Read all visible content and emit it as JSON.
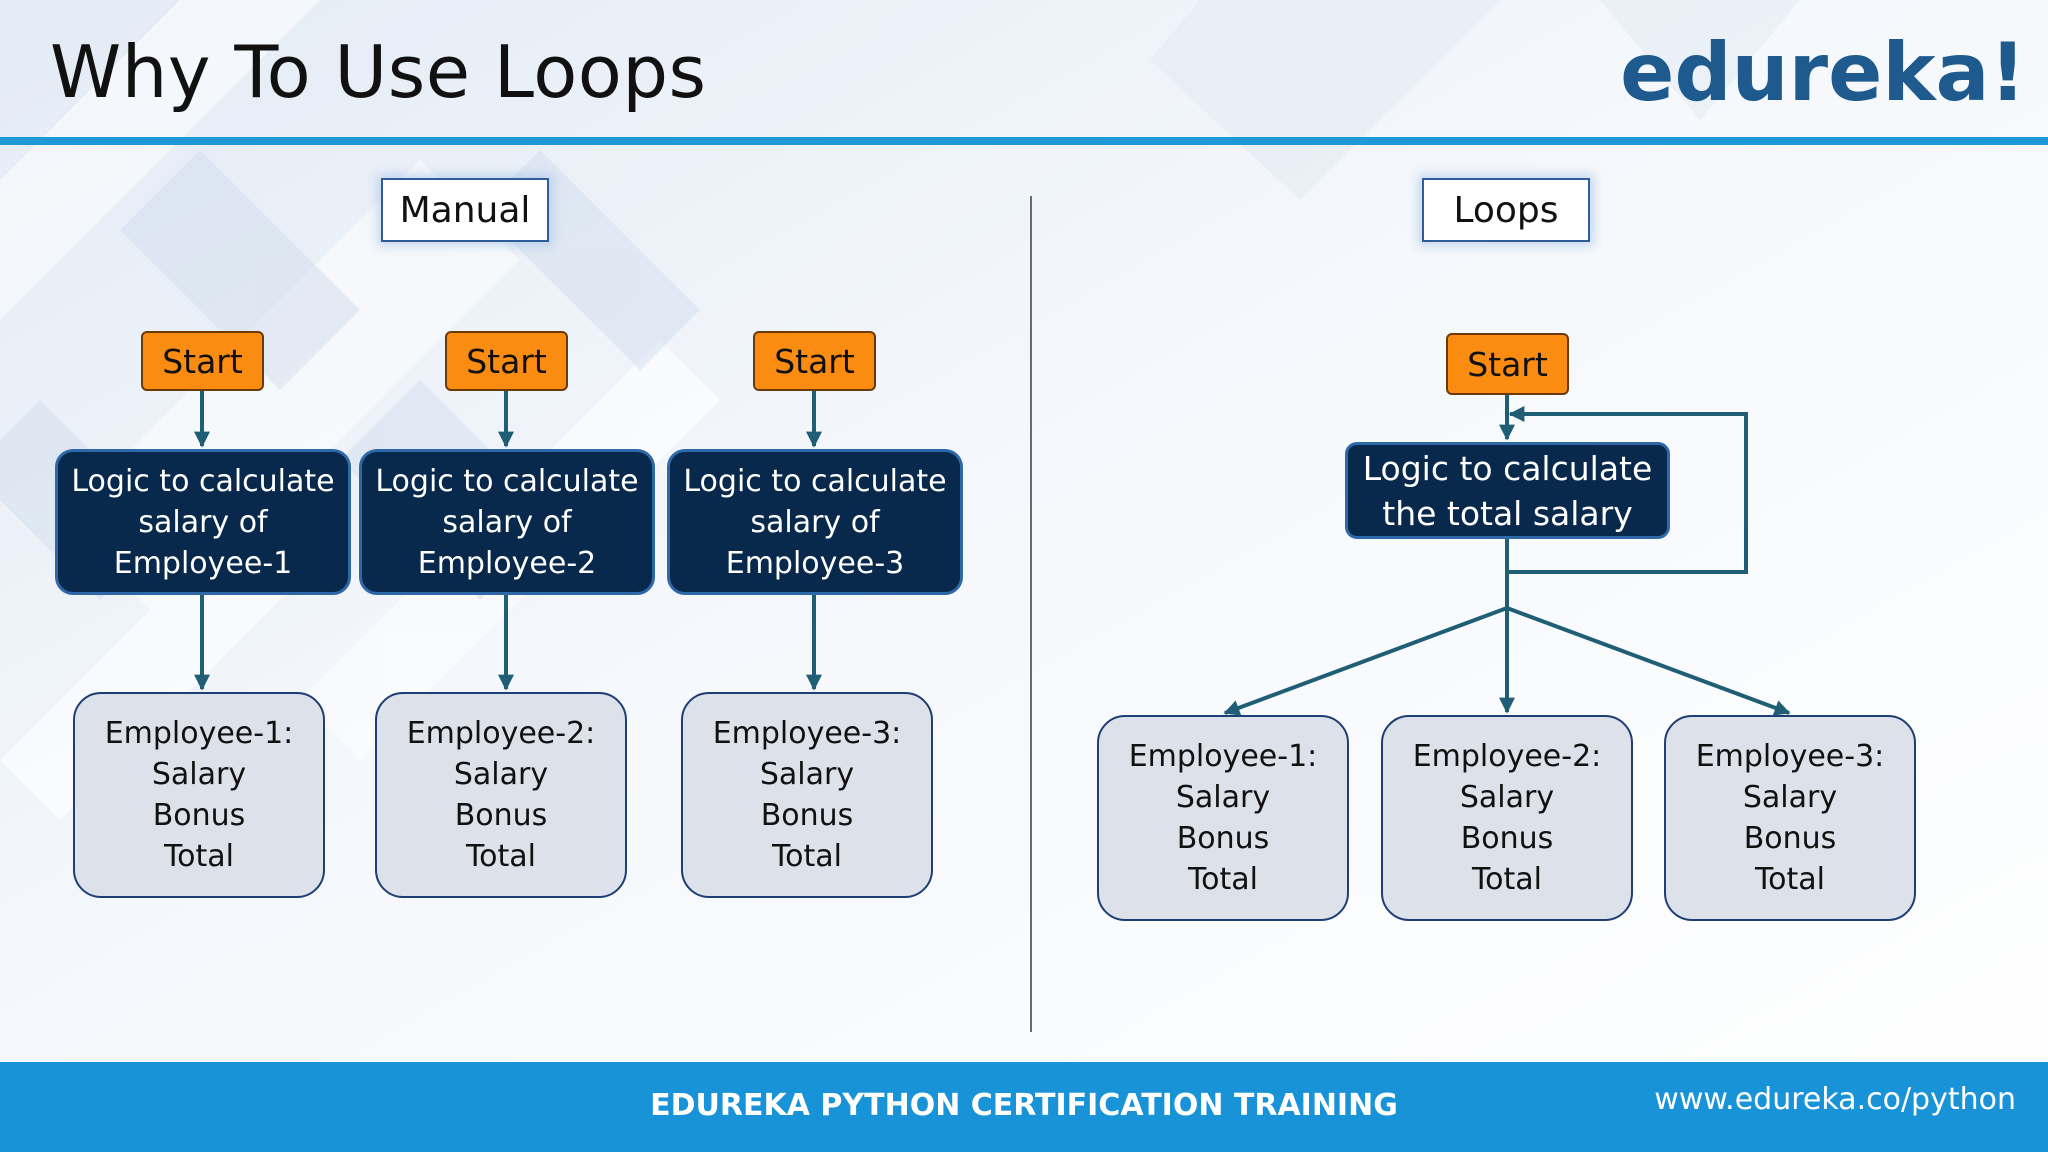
{
  "slide": {
    "title": "Why To Use Loops",
    "logo_text": "edureka!",
    "footer_title": "EDUREKA PYTHON CERTIFICATION TRAINING",
    "footer_url": "www.edureka.co/python"
  },
  "colors": {
    "accent_blue": "#1d9ad6",
    "start_orange": "#fb8c12",
    "logic_navy": "#08284c",
    "employee_box": "#dce1ea",
    "arrow": "#1f5e75"
  },
  "manual": {
    "label": "Manual",
    "flows": [
      {
        "start": "Start",
        "logic": [
          "Logic to calculate",
          "salary of",
          "Employee-1"
        ],
        "employee": [
          "Employee-1:",
          "Salary",
          "Bonus",
          "Total"
        ]
      },
      {
        "start": "Start",
        "logic": [
          "Logic to calculate",
          "salary of",
          "Employee-2"
        ],
        "employee": [
          "Employee-2:",
          "Salary",
          "Bonus",
          "Total"
        ]
      },
      {
        "start": "Start",
        "logic": [
          "Logic to calculate",
          "salary of",
          "Employee-3"
        ],
        "employee": [
          "Employee-3:",
          "Salary",
          "Bonus",
          "Total"
        ]
      }
    ]
  },
  "loops": {
    "label": "Loops",
    "start": "Start",
    "logic": [
      "Logic to calculate",
      "the total salary"
    ],
    "employees": [
      [
        "Employee-1:",
        "Salary",
        "Bonus",
        "Total"
      ],
      [
        "Employee-2:",
        "Salary",
        "Bonus",
        "Total"
      ],
      [
        "Employee-3:",
        "Salary",
        "Bonus",
        "Total"
      ]
    ]
  }
}
